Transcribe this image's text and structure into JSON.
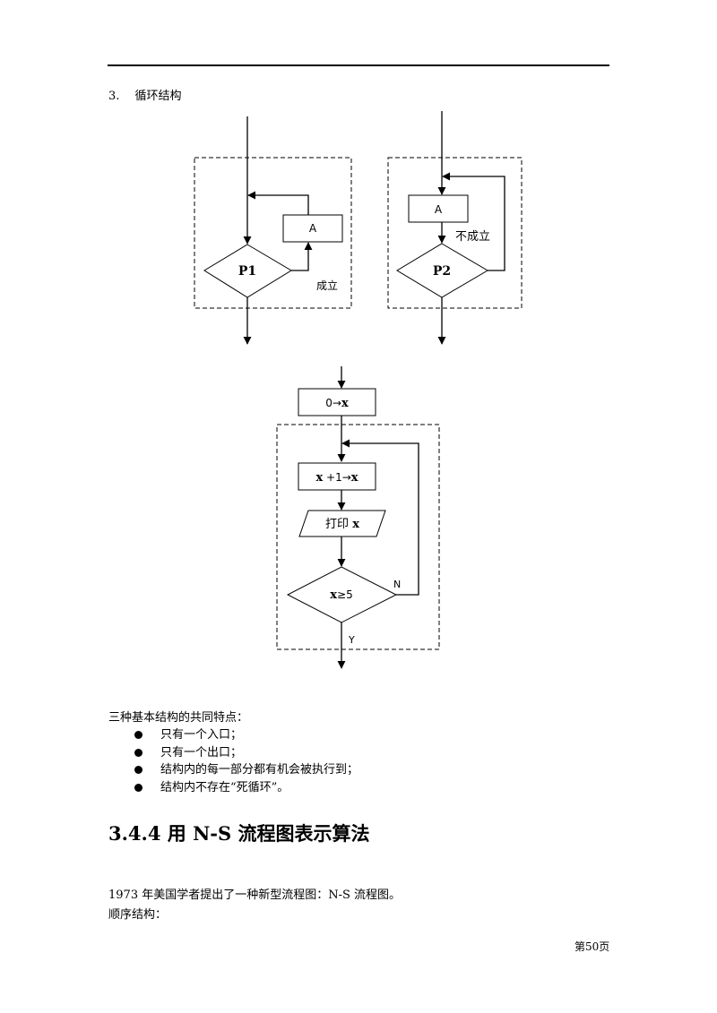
{
  "section": {
    "label": "3.　 循环结构"
  },
  "diagram1": {
    "process": "A",
    "condition": "P1",
    "branch": "成立"
  },
  "diagram2": {
    "process": "A",
    "branch": "不成立",
    "condition": "P2"
  },
  "diagram3": {
    "init": "0→",
    "init_var": "x",
    "increment_var": "x",
    "increment_op": " +1→",
    "increment_target": "x",
    "print_label": "打印 ",
    "print_var": "x",
    "cond_var": "x",
    "cond_op": "≥5",
    "no_label": "N",
    "yes_label": "Y"
  },
  "features": {
    "title": "三种基本结构的共同特点：",
    "items": [
      "只有一个入口；",
      "只有一个出口；",
      "结构内的每一部分都有机会被执行到；",
      "结构内不存在“死循环”。"
    ]
  },
  "heading": "3.4.4 用 N-S 流程图表示算法",
  "paragraphs": [
    "1973 年美国学者提出了一种新型流程图：N-S 流程图。",
    "顺序结构："
  ],
  "footer": {
    "page": "第50页"
  }
}
